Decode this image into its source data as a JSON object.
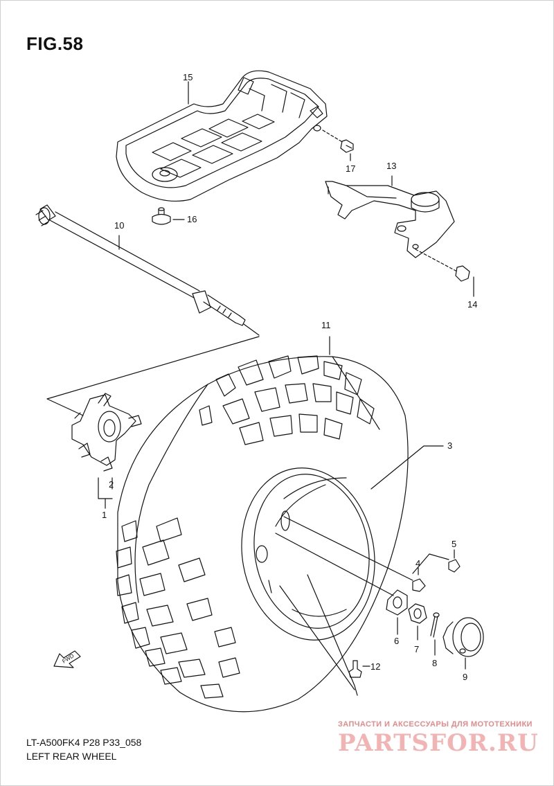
{
  "header": {
    "title": "FIG.58"
  },
  "footer": {
    "code": "LT-A500FK4 P28 P33_058",
    "title": "LEFT REAR WHEEL"
  },
  "watermark": {
    "tagline": "ЗАПЧАСТИ И АКСЕССУАРЫ ДЛЯ МОТОТЕХНИКИ",
    "logo": "PARTSFOR.RU"
  },
  "fwd_arrow": {
    "label": "FWD"
  },
  "callouts": {
    "c1": "1",
    "c2": "2",
    "c3": "3",
    "c4": "4",
    "c5": "5",
    "c6": "6",
    "c7": "7",
    "c8": "8",
    "c9": "9",
    "c10": "10",
    "c11": "11",
    "c12": "12",
    "c13": "13",
    "c14": "14",
    "c15": "15",
    "c16": "16",
    "c17": "17"
  },
  "colors": {
    "line": "#111111",
    "watermark": "#f3b3b3",
    "watermark_text": "#e88888"
  }
}
